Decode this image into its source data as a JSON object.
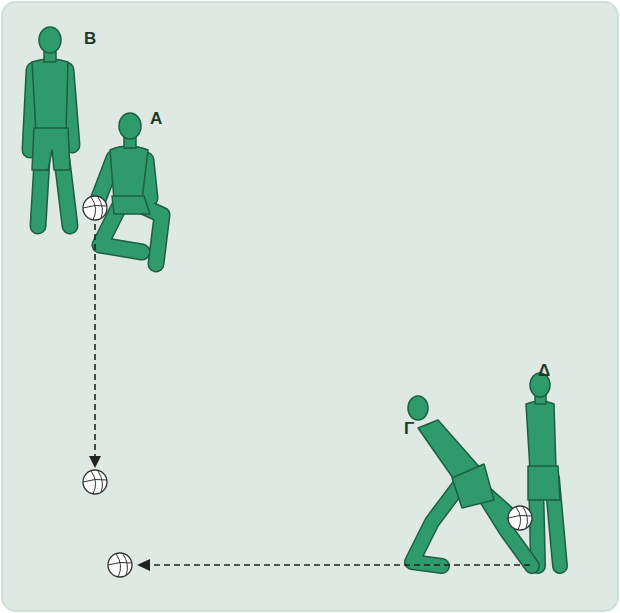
{
  "diagram": {
    "labels": [
      "B",
      "A",
      "Γ",
      "Δ"
    ]
  }
}
